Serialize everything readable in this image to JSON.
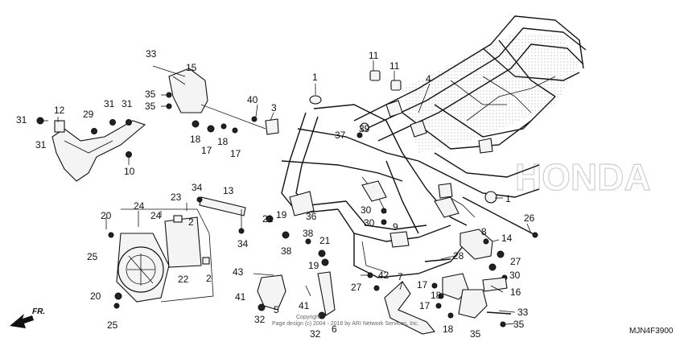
{
  "diagram": {
    "code": "MJN4F3900",
    "front_label": "FR.",
    "watermark": "HONDA",
    "copyright_line1": "Copyright",
    "copyright_line2": "Page design (c) 2004 - 2016 by ARI Network Services, Inc."
  },
  "callouts": {
    "c1a": "1",
    "c1b": "1",
    "c2a": "2",
    "c2b": "2",
    "c3": "3",
    "c4": "4",
    "c5": "5",
    "c6": "6",
    "c7": "7",
    "c8": "8",
    "c9": "9",
    "c10": "10",
    "c11a": "11",
    "c11b": "11",
    "c12": "12",
    "c13": "13",
    "c14": "14",
    "c15": "15",
    "c16": "16",
    "c17a": "17",
    "c17b": "17",
    "c17c": "17",
    "c17d": "17",
    "c18a": "18",
    "c18b": "18",
    "c18c": "18",
    "c18d": "18",
    "c19a": "19",
    "c19b": "19",
    "c20a": "20",
    "c20b": "20",
    "c21a": "21",
    "c21b": "21",
    "c22": "22",
    "c23": "23",
    "c24a": "24",
    "c24b": "24",
    "c25a": "25",
    "c25b": "25",
    "c26": "26",
    "c27a": "27",
    "c27b": "27",
    "c28": "28",
    "c29": "29",
    "c30a": "30",
    "c30b": "30",
    "c30c": "30",
    "c31a": "31",
    "c31b": "31",
    "c31c": "31",
    "c31d": "31",
    "c32a": "32",
    "c32b": "32",
    "c33a": "33",
    "c33b": "33",
    "c34a": "34",
    "c34b": "34",
    "c35a": "35",
    "c35b": "35",
    "c35c": "35",
    "c35d": "35",
    "c36": "36",
    "c37": "37",
    "c38a": "38",
    "c38b": "38",
    "c39": "39",
    "c40": "40",
    "c41a": "41",
    "c41b": "41",
    "c42": "42",
    "c43": "43"
  }
}
